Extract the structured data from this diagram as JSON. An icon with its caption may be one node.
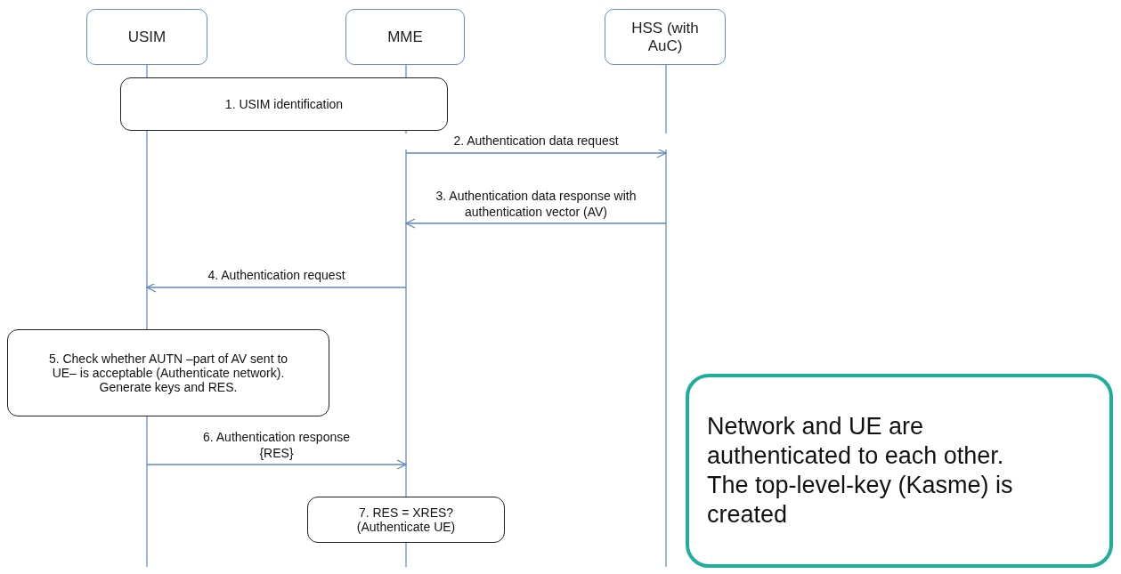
{
  "diagram": {
    "nodes": [
      {
        "text": [
          "USIM"
        ]
      },
      {
        "text": [
          "MME"
        ]
      },
      {
        "text": [
          "HSS (with AuC)"
        ]
      },
      {
        "text": [
          "1. USIM identification"
        ]
      },
      {
        "text": [
          "5. Check whether AUTN –part of AV sent to UE– is acceptable (Authenticate network). Generate keys and RES."
        ]
      },
      {
        "text": [
          "7. RES = XRES? (Authenticate UE)"
        ]
      },
      {
        "text": [
          "Network and UE are authenticated to each other. The top-level-key (Kasme) is created"
        ]
      }
    ],
    "edges": [
      {
        "from": 1,
        "to": 2,
        "arrow": "to",
        "label": "2. Authentication data request"
      },
      {
        "from": 2,
        "to": 1,
        "arrow": "to",
        "label": "3. Authentication data response with authentication vector (AV)"
      },
      {
        "from": 1,
        "to": 0,
        "arrow": "to",
        "label": "4. Authentication request"
      },
      {
        "from": 0,
        "to": 1,
        "arrow": "to",
        "label": "6. Authentication response {RES}"
      }
    ]
  }
}
